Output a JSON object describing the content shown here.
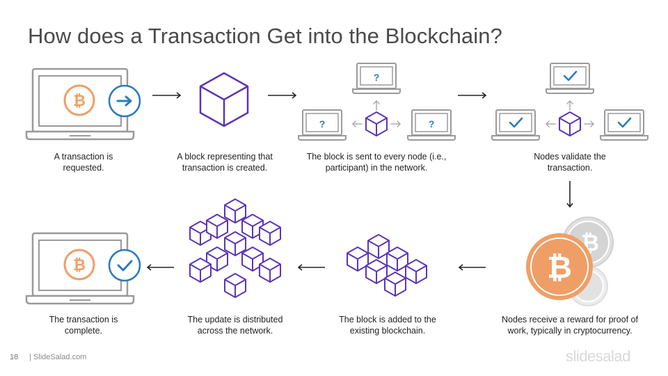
{
  "title": "How does a Transaction Get into the Blockchain?",
  "steps": [
    {
      "caption_line1": "A transaction is",
      "caption_line2": "requested."
    },
    {
      "caption_line1": "A block representing that",
      "caption_line2": "transaction is created."
    },
    {
      "caption_line1": "The block is sent to every node (i.e.,",
      "caption_line2": "participant) in the network."
    },
    {
      "caption_line1": "Nodes validate the",
      "caption_line2": "transaction."
    },
    {
      "caption_line1": "Nodes receive a reward for proof of",
      "caption_line2": "work, typically in cryptocurrency."
    },
    {
      "caption_line1": "The block is added to the",
      "caption_line2": "existing blockchain."
    },
    {
      "caption_line1": "The update is distributed",
      "caption_line2": "across the network."
    },
    {
      "caption_line1": "The transaction is",
      "caption_line2": "complete."
    }
  ],
  "node_marks": {
    "unknown": "?"
  },
  "footer": {
    "page_number": "18",
    "site": "| SlideSalad.com",
    "brand": "slidesalad"
  },
  "colors": {
    "purple": "#5b35b8",
    "blue": "#2a7bbf",
    "orange": "#ef9f66",
    "laptop_gray": "#9a9a9a",
    "arrow": "#222222",
    "light_arrow": "#aaaaaa"
  }
}
